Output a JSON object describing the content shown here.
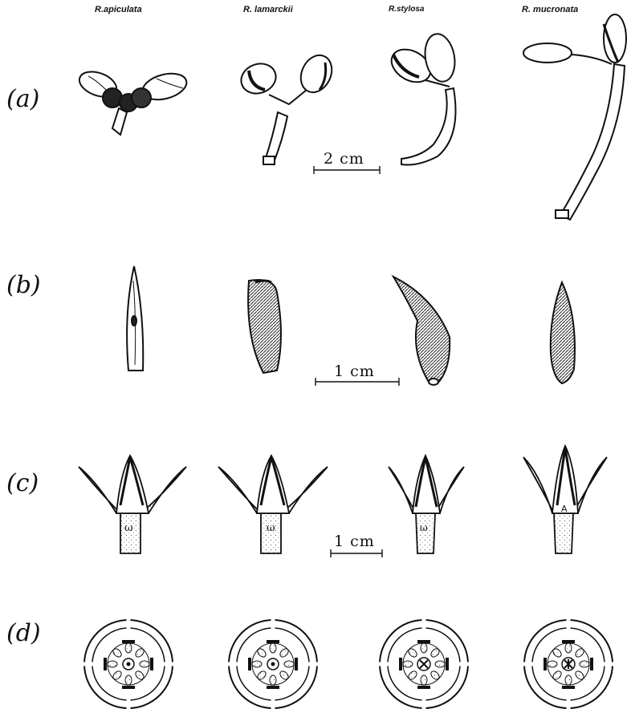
{
  "species": [
    "R.apiculata",
    "R. lamarckii",
    "R.stylosa",
    "R. mucronata"
  ],
  "row_labels": [
    "(a)",
    "(b)",
    "(c)",
    "(d)"
  ],
  "scale_labels": {
    "a": "2 cm",
    "b": "1 cm",
    "c": "1 cm"
  },
  "colors": {
    "ink": "#111111",
    "stipple": "#f2f2f2"
  }
}
